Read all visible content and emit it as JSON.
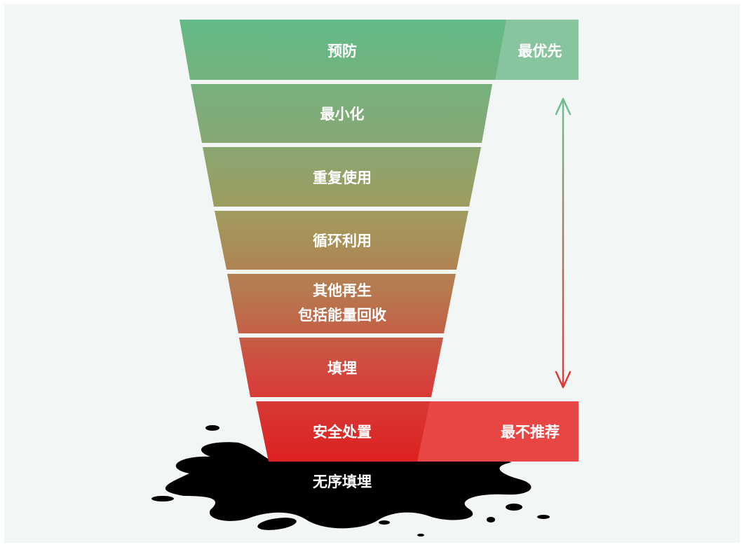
{
  "hierarchy": {
    "tiers": [
      {
        "label": "预防"
      },
      {
        "label": "最小化"
      },
      {
        "label": "重复使用"
      },
      {
        "label": "循环利用"
      },
      {
        "label": "其他再生",
        "label2": "包括能量回收"
      },
      {
        "label": "填埋"
      },
      {
        "label": "安全处置"
      }
    ],
    "bottom_label": "无序填埋",
    "top_tag": "最优先",
    "bottom_tag": "最不推荐"
  },
  "colors": {
    "panel_bg": "#f2f7f6",
    "top_green": "#62bb88",
    "mid_olive": "#a29a5c",
    "lower_orange": "#b7784f",
    "red": "#d5413c",
    "deep_red": "#dc2a2a",
    "tag_green": "#88c49d",
    "tag_red": "#e84545",
    "splat": "#000000"
  }
}
